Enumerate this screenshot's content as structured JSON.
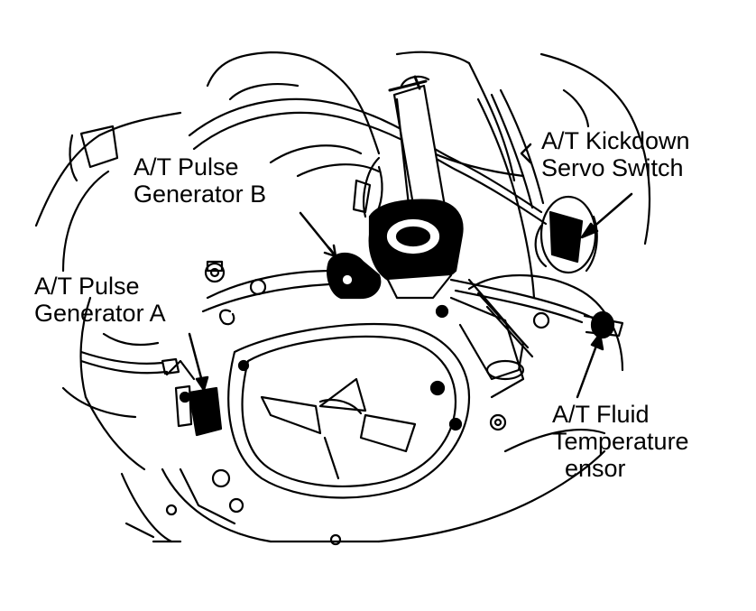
{
  "labels": {
    "pulse_generator_b": {
      "line1": "A/T Pulse",
      "line2": "Generator B"
    },
    "pulse_generator_a": {
      "line1": "A/T Pulse",
      "line2": "Generator A"
    },
    "kickdown_servo_switch": {
      "line1": "A/T Kickdown",
      "line2": "Servo Switch"
    },
    "fluid_temperature_sensor": {
      "line1": "A/T Fluid",
      "line2": "Temperature",
      "line3": "ensor"
    }
  },
  "colors": {
    "ink": "#000000",
    "paper": "#ffffff"
  }
}
